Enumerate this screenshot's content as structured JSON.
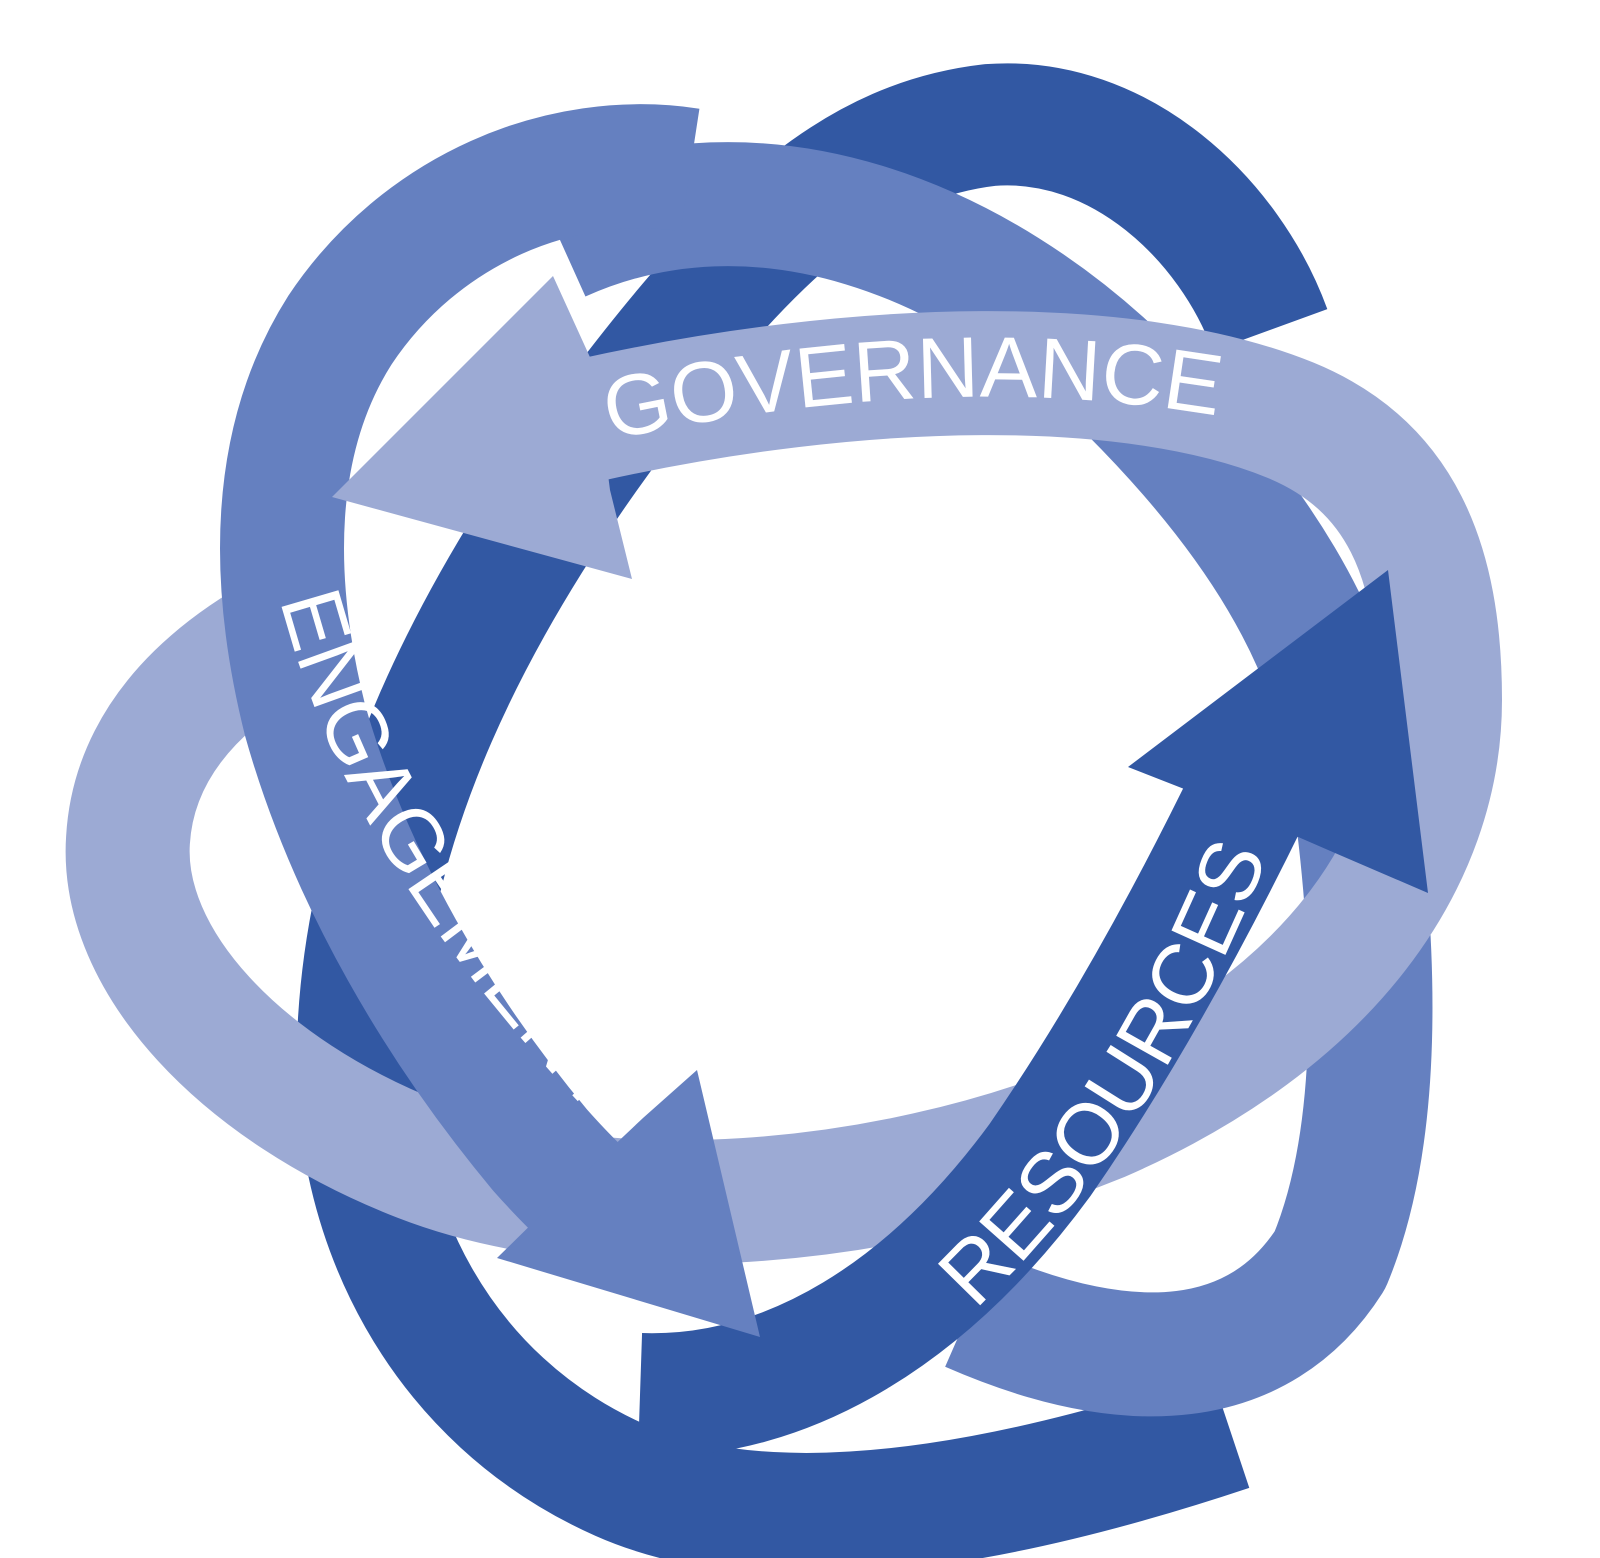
{
  "diagram": {
    "labels": {
      "governance": "GOVERNANCE",
      "engagement": "ENGAGEMENT",
      "resources": "RESOURCES"
    },
    "colors": {
      "dark": "#3258a3",
      "medium": "#6580c0",
      "light": "#9caad4",
      "text": "#ffffff",
      "background": "#ffffff"
    },
    "flow": [
      "governance",
      "engagement",
      "resources"
    ]
  }
}
